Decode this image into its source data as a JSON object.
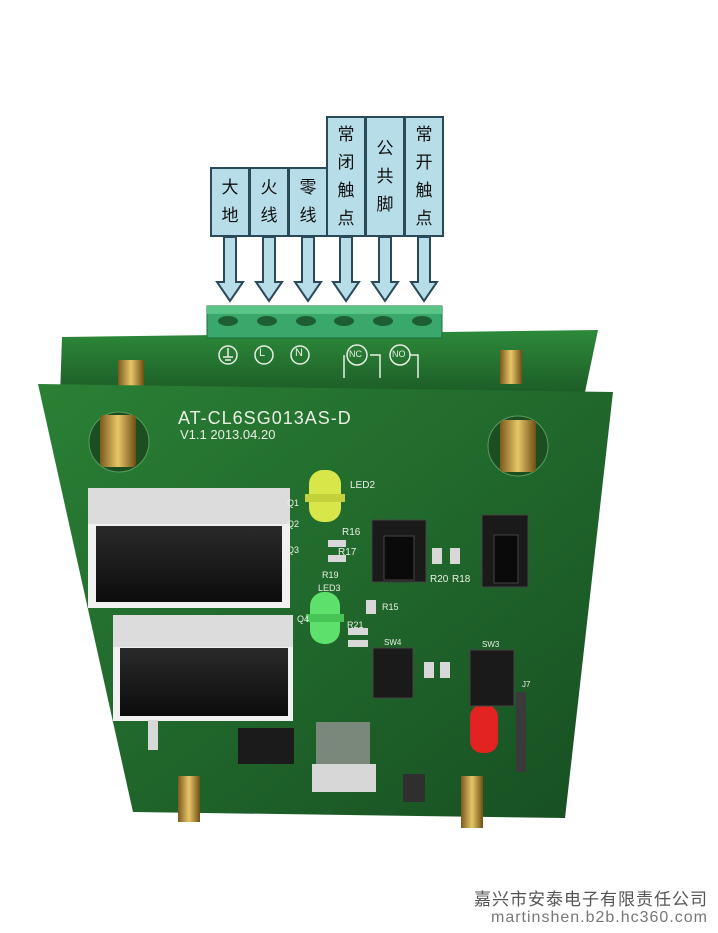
{
  "labels": [
    {
      "id": "ground",
      "lines": [
        "大",
        "地"
      ]
    },
    {
      "id": "live",
      "lines": [
        "火",
        "线"
      ]
    },
    {
      "id": "neutral",
      "lines": [
        "零",
        "线"
      ]
    },
    {
      "id": "nc",
      "lines": [
        "常",
        "闭",
        "触",
        "点"
      ]
    },
    {
      "id": "com",
      "lines": [
        "公",
        "共",
        "脚"
      ]
    },
    {
      "id": "no",
      "lines": [
        "常",
        "开",
        "触",
        "点"
      ]
    }
  ],
  "board": {
    "model": "AT-CL6SG013AS-D",
    "version": "V1.1  2013.04.20",
    "terminals": [
      "L",
      "N",
      "NC",
      "NO"
    ],
    "leds": [
      "LED2",
      "LED3"
    ],
    "transistors": [
      "Q1",
      "Q2",
      "Q3",
      "Q4"
    ],
    "resistors": [
      "R16",
      "R17",
      "R19",
      "R15",
      "R21",
      "R20",
      "R18"
    ],
    "switches": [
      "SW4",
      "SW3"
    ],
    "jumper": "J7"
  },
  "footer": {
    "company": "嘉兴市安泰电子有限责任公司",
    "url": "martinshen.b2b.hc360.com"
  },
  "colors": {
    "callout_fill": "#b7dde8",
    "arrow_fill": "#b7dde8",
    "pcb_green": "#1f6b2c",
    "terminal_green": "#3aa86a"
  }
}
